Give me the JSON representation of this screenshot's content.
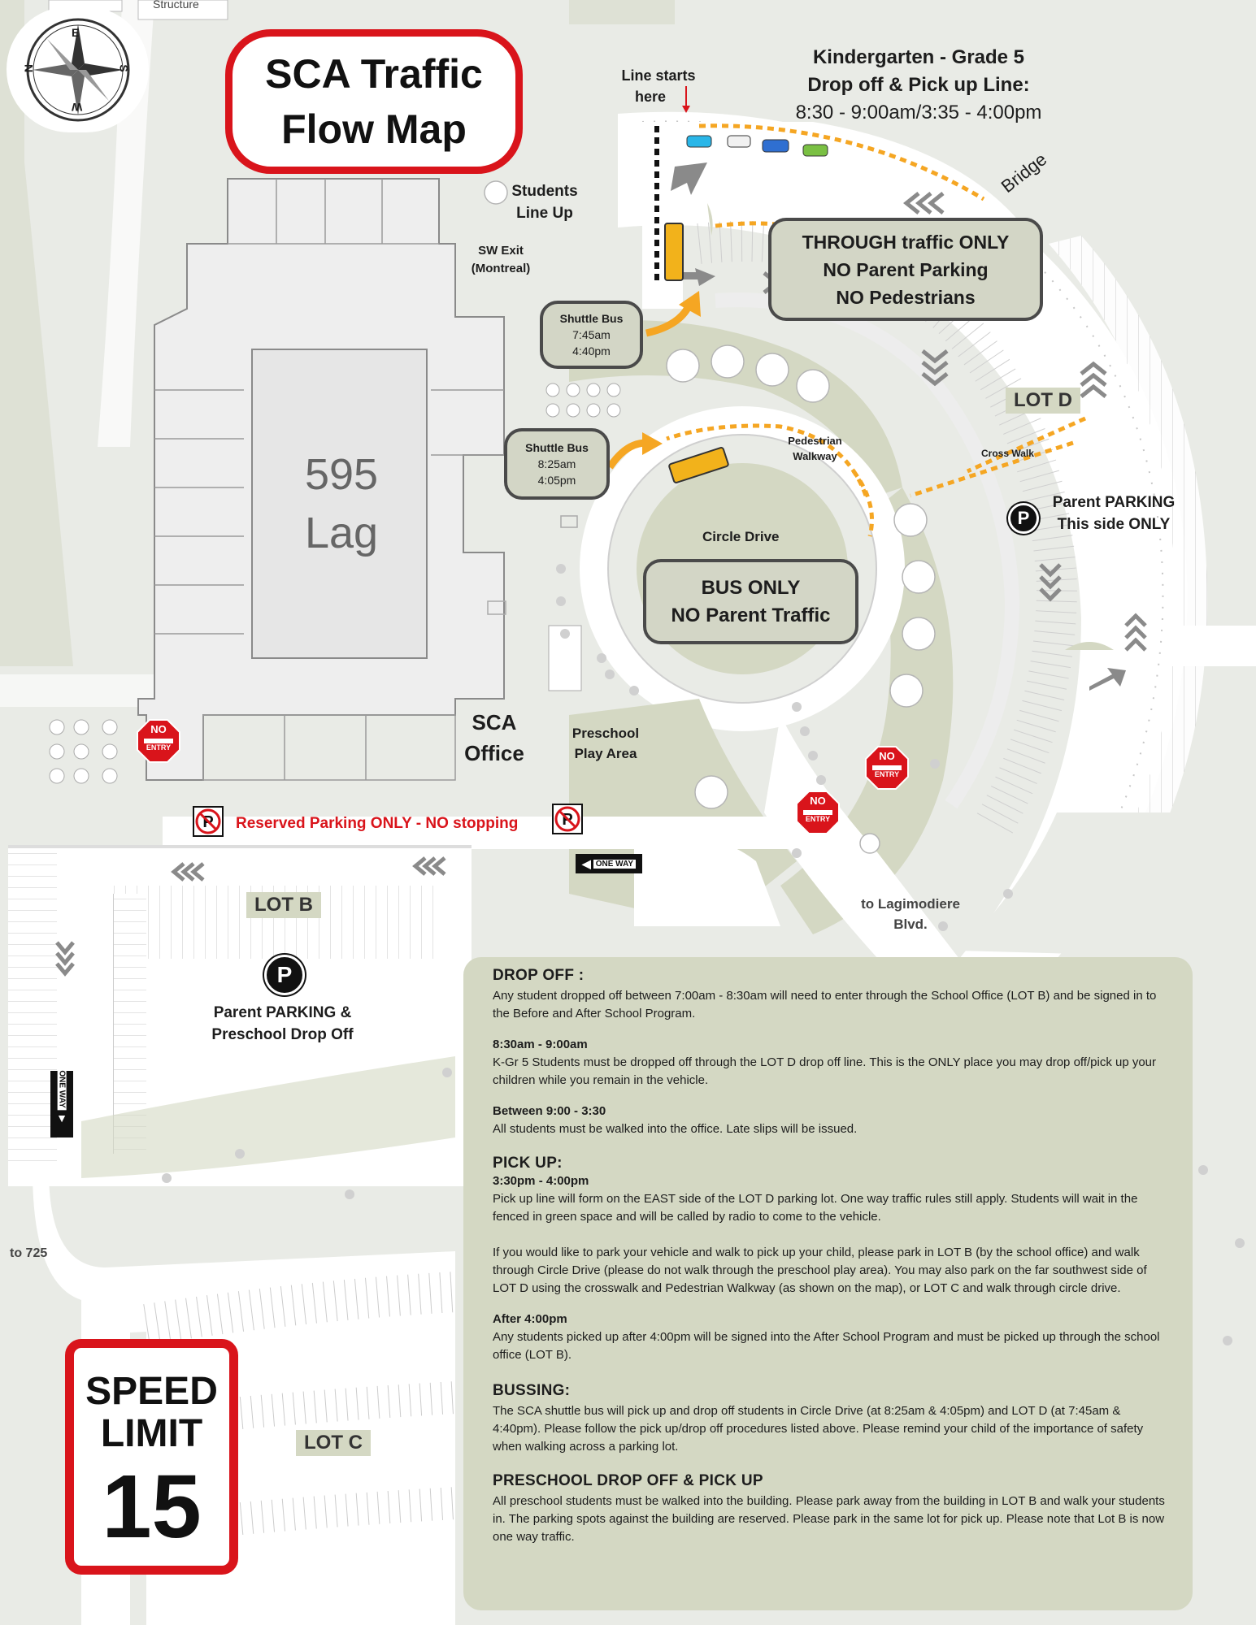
{
  "map_title": [
    "SCA Traffic",
    "Flow Map"
  ],
  "compass": {
    "n": "N",
    "e": "E",
    "s": "S",
    "w": "W"
  },
  "top_structure_label": "Structure",
  "kindergarten": {
    "line1": "Kindergarten - Grade 5",
    "line2": "Drop off & Pick up Line:",
    "line3": "8:30 - 9:00am/3:35 - 4:00pm"
  },
  "line_starts": [
    "Line starts",
    "here"
  ],
  "bridge": "Bridge",
  "students_line_up": [
    "Students",
    "Line Up"
  ],
  "sw_exit": [
    "SW Exit",
    "(Montreal)"
  ],
  "through_traffic": [
    "THROUGH traffic ONLY",
    "NO Parent Parking",
    "NO Pedestrians"
  ],
  "shuttle_bus_1": {
    "title": "Shuttle Bus",
    "t1": "7:45am",
    "t2": "4:40pm"
  },
  "shuttle_bus_2": {
    "title": "Shuttle Bus",
    "t1": "8:25am",
    "t2": "4:05pm"
  },
  "building": [
    "595",
    "Lag"
  ],
  "pedestrian_walkway": [
    "Pedestrian",
    "Walkway"
  ],
  "cross_walk": "Cross Walk",
  "lot_d": "LOT D",
  "parent_parking_d": [
    "Parent PARKING",
    "This side ONLY"
  ],
  "circle_drive": "Circle Drive",
  "bus_only": [
    "BUS ONLY",
    "NO Parent Traffic"
  ],
  "sca_office": [
    "SCA",
    "Office"
  ],
  "preschool_area": [
    "Preschool",
    "Play Area"
  ],
  "no_entry": {
    "top": "NO",
    "bottom": "ENTRY"
  },
  "reserved_parking": "Reserved Parking ONLY - NO stopping",
  "one_way": "ONE WAY",
  "lot_b": "LOT B",
  "parent_parking_b": [
    "Parent PARKING &",
    "Preschool Drop Off"
  ],
  "to_lagimodiere": [
    "to Lagimodiere",
    "Blvd."
  ],
  "to_725": "to 725",
  "lot_c": "LOT C",
  "parking_symbol": "P",
  "speed_limit": {
    "line1": "SPEED",
    "line2": "LIMIT",
    "value": "15"
  },
  "info": {
    "drop_off_heading": "DROP OFF :",
    "drop_off_p1": "Any student dropped off between 7:00am - 8:30am will need to enter through the School Office (LOT B) and be signed in to the Before and After School Program.",
    "drop_off_sub2": "8:30am - 9:00am",
    "drop_off_p2": "K-Gr 5 Students must be dropped off through the LOT D drop off line. This is the ONLY place you may drop off/pick up your children while you remain in the vehicle.",
    "drop_off_sub3": "Between 9:00 - 3:30",
    "drop_off_p3": "All students must be walked into the office. Late slips will be issued.",
    "pick_up_heading": "PICK UP:",
    "pick_up_sub1": "3:30pm - 4:00pm",
    "pick_up_p1": "Pick up line will form on the EAST side of the LOT D parking lot. One way traffic rules still apply. Students will wait in the fenced in green space and will be called by radio to come to the vehicle.",
    "pick_up_p2": "If you would like to park your vehicle and walk to pick up your child, please park in LOT B (by the school office) and walk through Circle Drive (please do not walk through the preschool play area). You may also park on the far southwest side of LOT D using the crosswalk and Pedestrian Walkway (as shown on the map), or LOT C and walk through circle drive.",
    "pick_up_sub3": "After 4:00pm",
    "pick_up_p3": "Any students picked up after 4:00pm will be signed into the After School Program and must be picked up through the school office (LOT B).",
    "bussing_heading": "BUSSING:",
    "bussing_p": "The SCA shuttle bus will pick up and drop off students in Circle Drive (at 8:25am & 4:05pm) and LOT D (at 7:45am & 4:40pm). Please follow the pick up/drop off procedures listed above. Please remind your child of the importance of safety when walking across a parking lot.",
    "preschool_heading": "PRESCHOOL DROP OFF & PICK UP",
    "preschool_p": "All preschool students must be walked into the building. Please park away from the building in LOT B and walk your students in. The parking spots against the building are reserved. Please park in the same lot for pick up. Please note that Lot B is now one way traffic."
  },
  "colors": {
    "background": "#e9ebe6",
    "green_space": "#d4d8c3",
    "road": "#ffffff",
    "building_outline": "#8a8a8a",
    "title_red": "#d9141b",
    "route_orange": "#f5a623",
    "bus_yellow": "#f2b21b"
  }
}
